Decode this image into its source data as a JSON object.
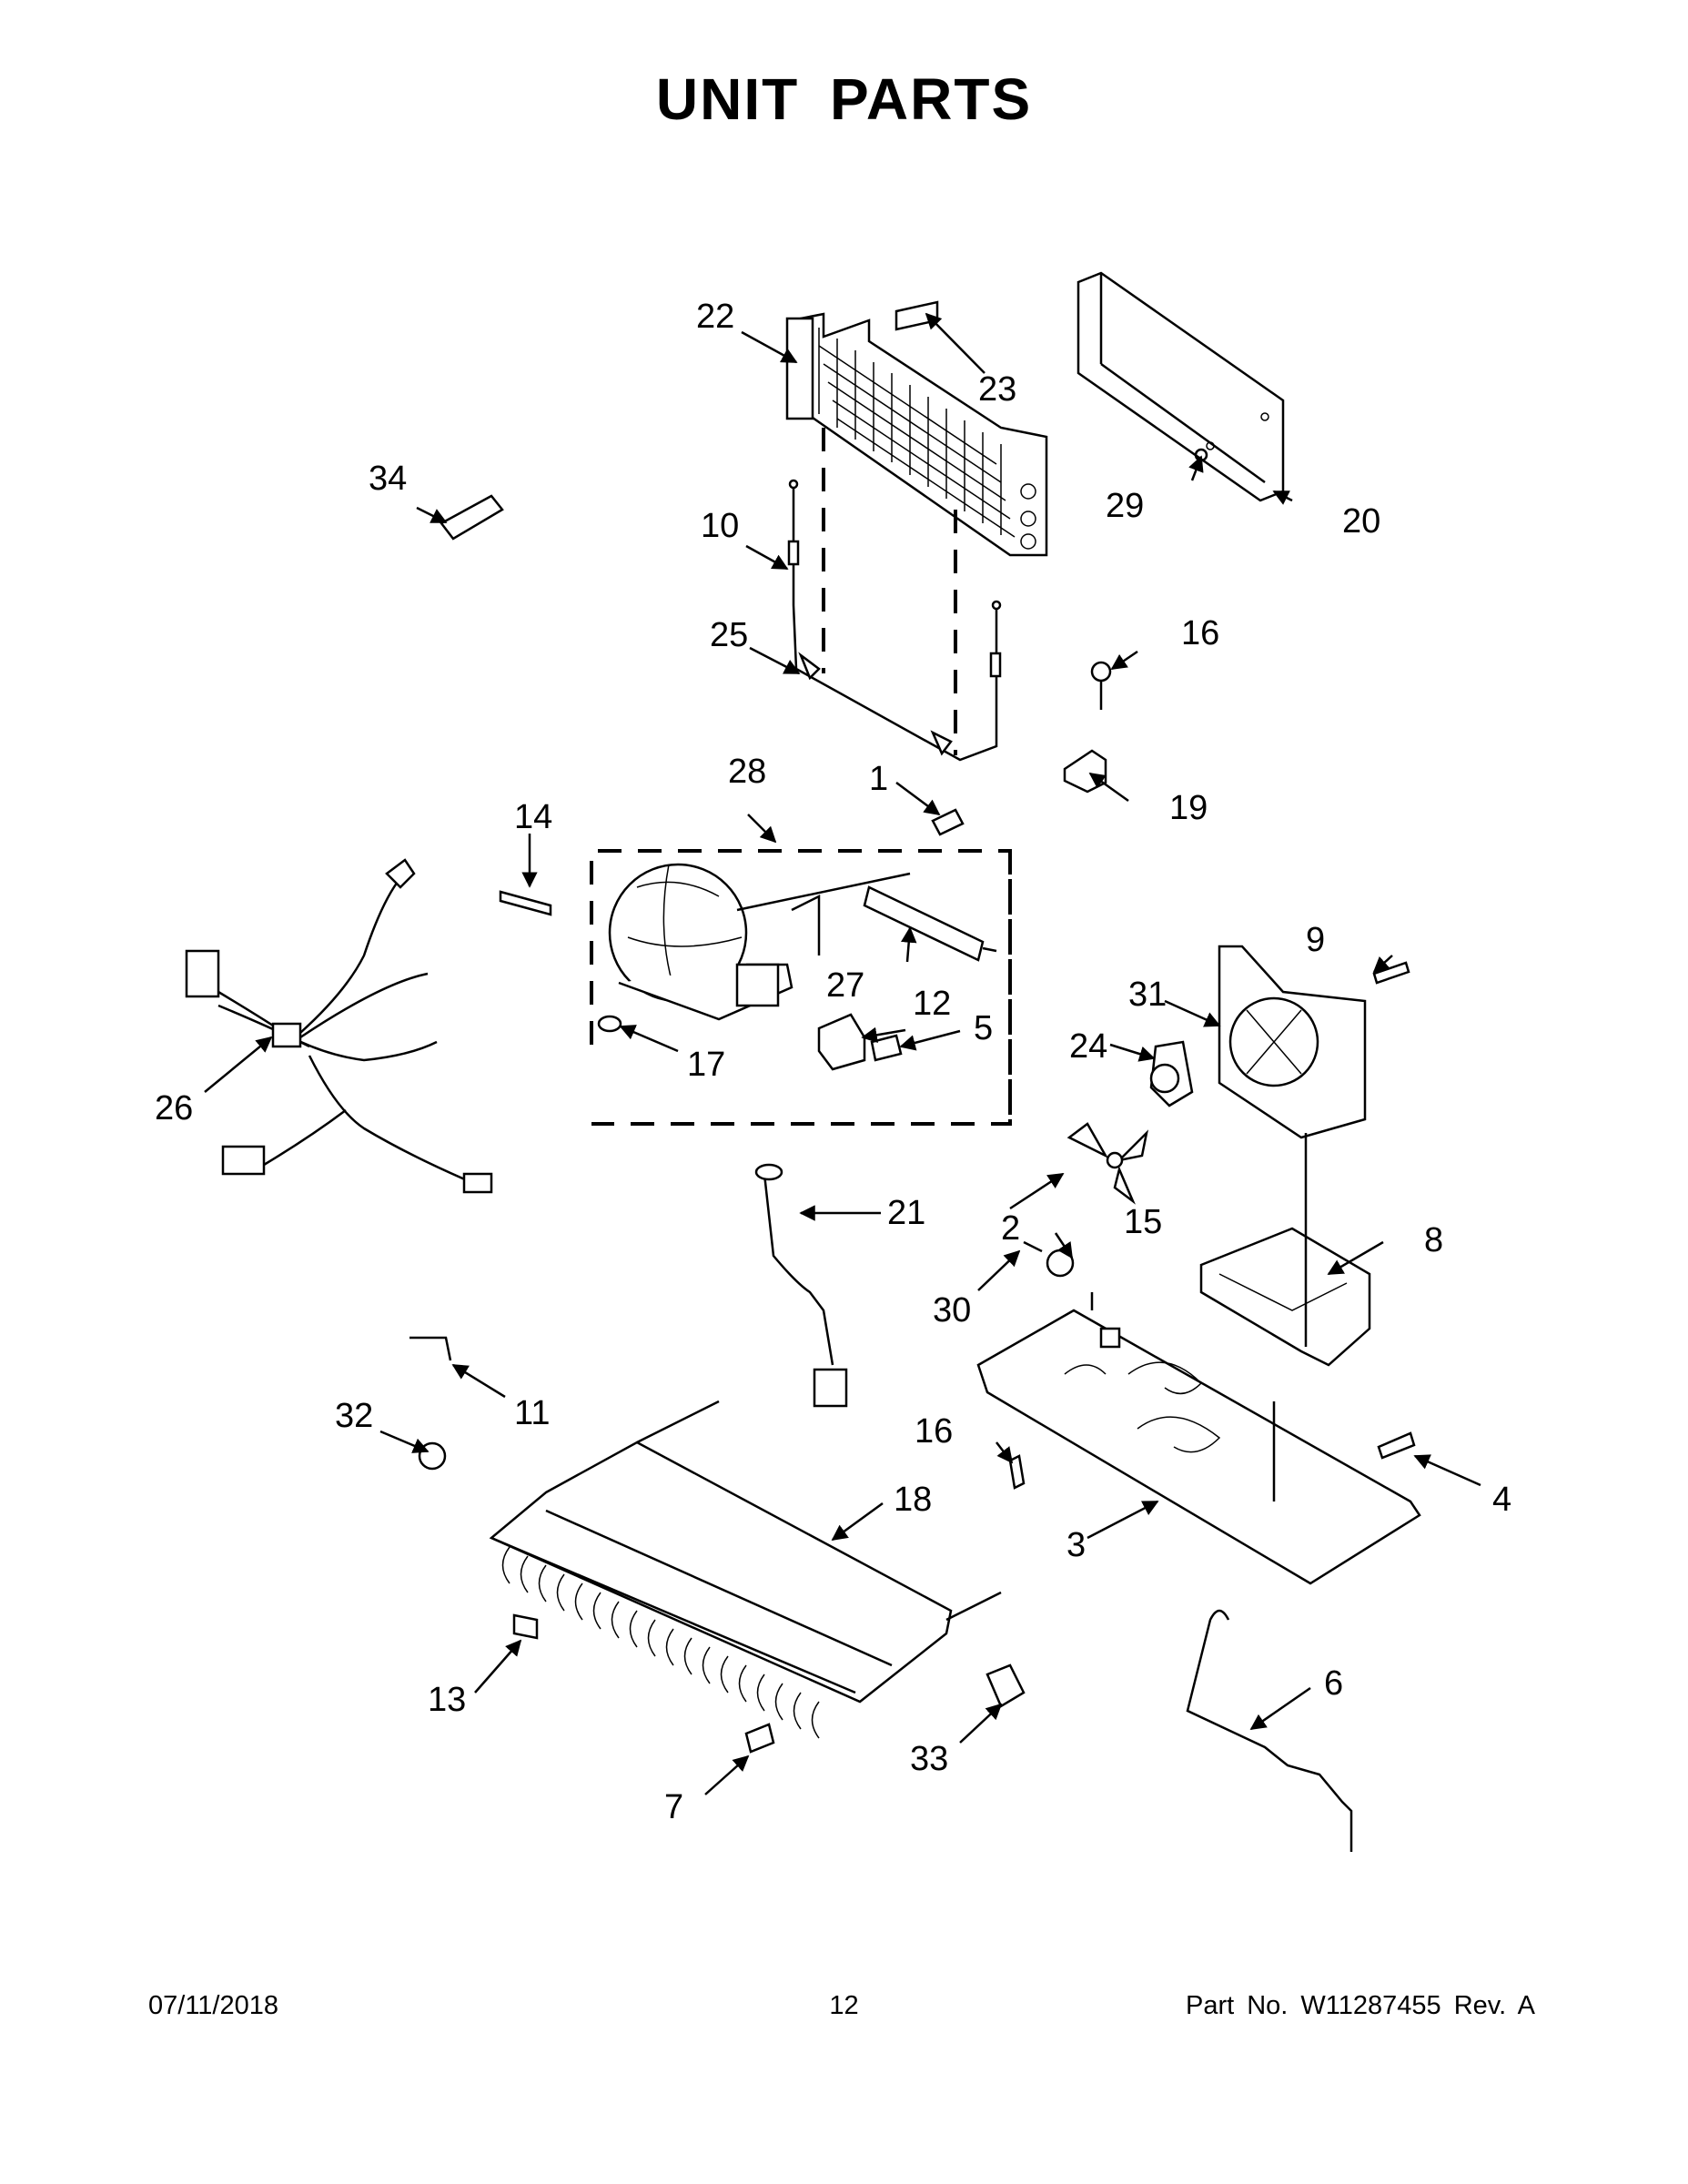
{
  "title": "UNIT PARTS",
  "footer": {
    "date": "07/11/2018",
    "page": "12",
    "part_no": "Part No.  W11287455  Rev.  A"
  },
  "callouts": [
    "1",
    "2",
    "3",
    "4",
    "5",
    "6",
    "7",
    "8",
    "9",
    "10",
    "11",
    "12",
    "13",
    "14",
    "15",
    "16",
    "17",
    "18",
    "19",
    "20",
    "21",
    "22",
    "23",
    "24",
    "25",
    "26",
    "27",
    "28",
    "29",
    "30",
    "31",
    "32",
    "33",
    "34"
  ],
  "callout_16_second": "16"
}
